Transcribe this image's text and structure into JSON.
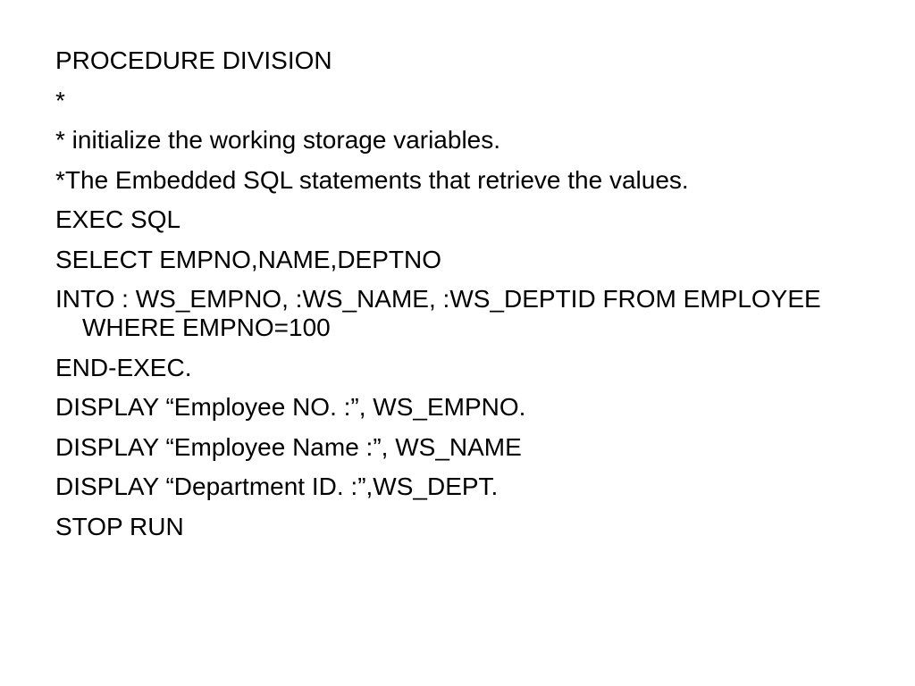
{
  "slide": {
    "lines": [
      "PROCEDURE DIVISION",
      "*",
      "* initialize the working storage variables.",
      "*The Embedded SQL statements that retrieve the values.",
      "EXEC SQL",
      "SELECT EMPNO,NAME,DEPTNO",
      "INTO : WS_EMPNO, :WS_NAME, :WS_DEPTID FROM EMPLOYEE WHERE EMPNO=100",
      "END-EXEC.",
      "DISPLAY “Employee NO. :”, WS_EMPNO.",
      "DISPLAY “Employee Name :”, WS_NAME",
      "DISPLAY “Department ID. :”,WS_DEPT.",
      "STOP RUN"
    ]
  }
}
